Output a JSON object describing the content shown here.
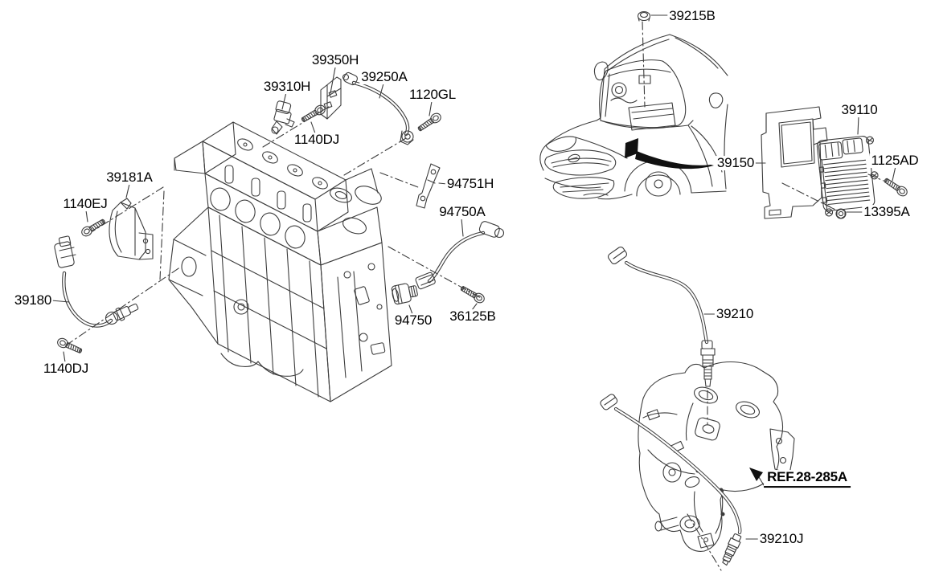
{
  "diagram": {
    "colors": {
      "background": "#ffffff",
      "line": "#3c3c3c",
      "text": "#000000",
      "solid_fill": "#111111"
    },
    "labels": [
      {
        "text": "39350H"
      },
      {
        "text": "39310H"
      },
      {
        "text": "39250A"
      },
      {
        "text": "1120GL"
      },
      {
        "text": "1140DJ"
      },
      {
        "text": "39181A"
      },
      {
        "text": "1140EJ"
      },
      {
        "text": "94751H"
      },
      {
        "text": "94750A"
      },
      {
        "text": "39180"
      },
      {
        "text": "1140DJ"
      },
      {
        "text": "94750"
      },
      {
        "text": "36125B"
      },
      {
        "text": "39215B"
      },
      {
        "text": "39110"
      },
      {
        "text": "39150"
      },
      {
        "text": "1125AD"
      },
      {
        "text": "13395A"
      },
      {
        "text": "39210"
      },
      {
        "text": "REF.28-285A"
      },
      {
        "text": "39210J"
      }
    ]
  }
}
